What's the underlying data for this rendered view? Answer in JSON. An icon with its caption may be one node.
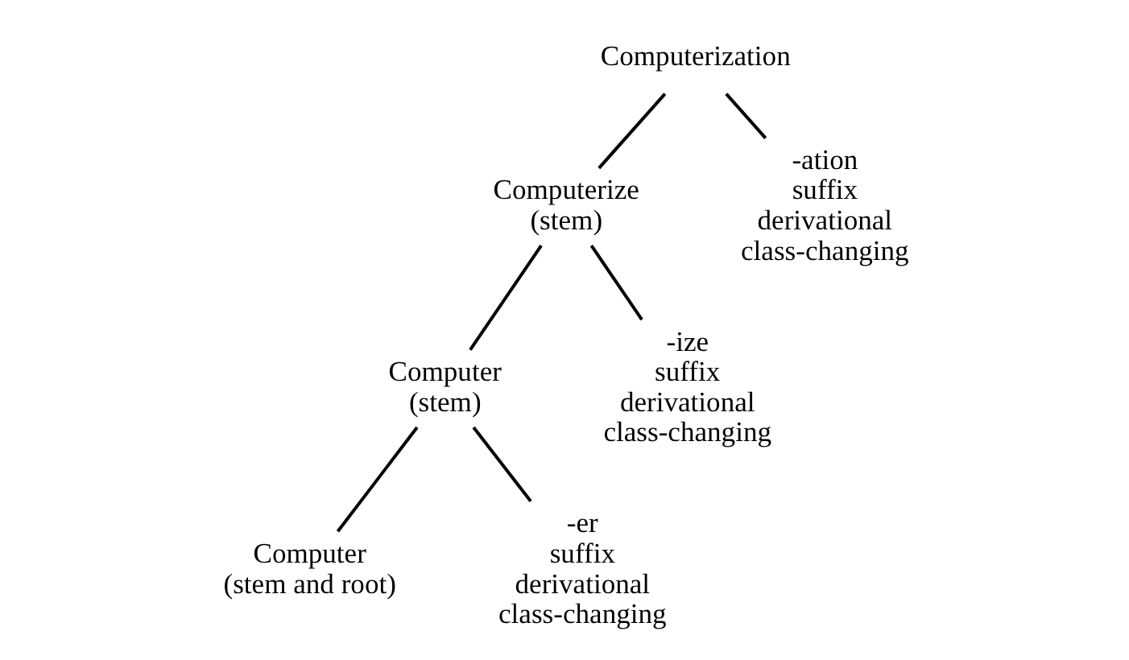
{
  "diagram": {
    "nodes": [
      {
        "text": [
          "Computerization"
        ]
      },
      {
        "text": [
          "Computerize",
          "(stem)"
        ]
      },
      {
        "text": [
          "-ation",
          "suffix",
          "derivational",
          "class-changing"
        ]
      },
      {
        "text": [
          "Computer",
          "(stem)"
        ]
      },
      {
        "text": [
          "-ize",
          "suffix",
          "derivational",
          "class-changing"
        ]
      },
      {
        "text": [
          "Computer",
          "(stem and root)"
        ]
      },
      {
        "text": [
          "-er",
          "suffix",
          "derivational",
          "class-changing"
        ]
      }
    ],
    "edges": [
      {
        "from": 0,
        "to": 1,
        "arrow": "none"
      },
      {
        "from": 0,
        "to": 2,
        "arrow": "none"
      },
      {
        "from": 1,
        "to": 3,
        "arrow": "none"
      },
      {
        "from": 1,
        "to": 4,
        "arrow": "none"
      },
      {
        "from": 3,
        "to": 5,
        "arrow": "none"
      },
      {
        "from": 3,
        "to": 6,
        "arrow": "none"
      }
    ]
  }
}
